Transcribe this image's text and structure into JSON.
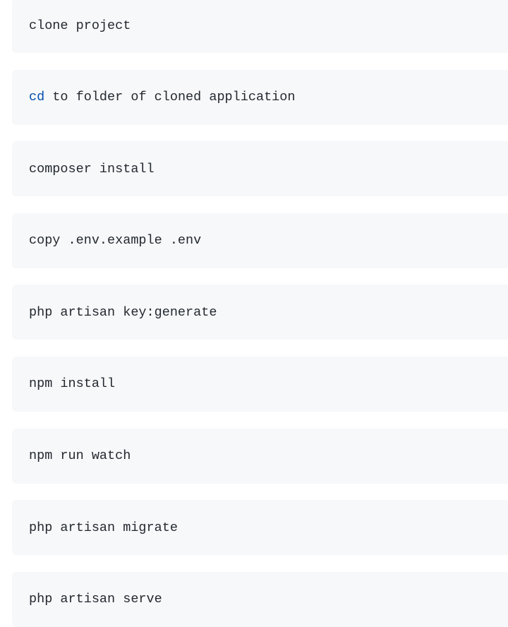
{
  "code_blocks": [
    {
      "text": "clone project"
    },
    {
      "keyword": "cd",
      "text": " to folder of cloned application",
      "keyword_color": "#0550ae"
    },
    {
      "text": "composer install"
    },
    {
      "text": "copy .env.example .env"
    },
    {
      "text": "php artisan key:generate"
    },
    {
      "text": "npm install"
    },
    {
      "text": "npm run watch"
    },
    {
      "text": "php artisan migrate"
    },
    {
      "text": "php artisan serve"
    }
  ],
  "colors": {
    "block_background": "#f6f8fa",
    "code_text": "#24292f",
    "keyword": "#0550ae"
  }
}
